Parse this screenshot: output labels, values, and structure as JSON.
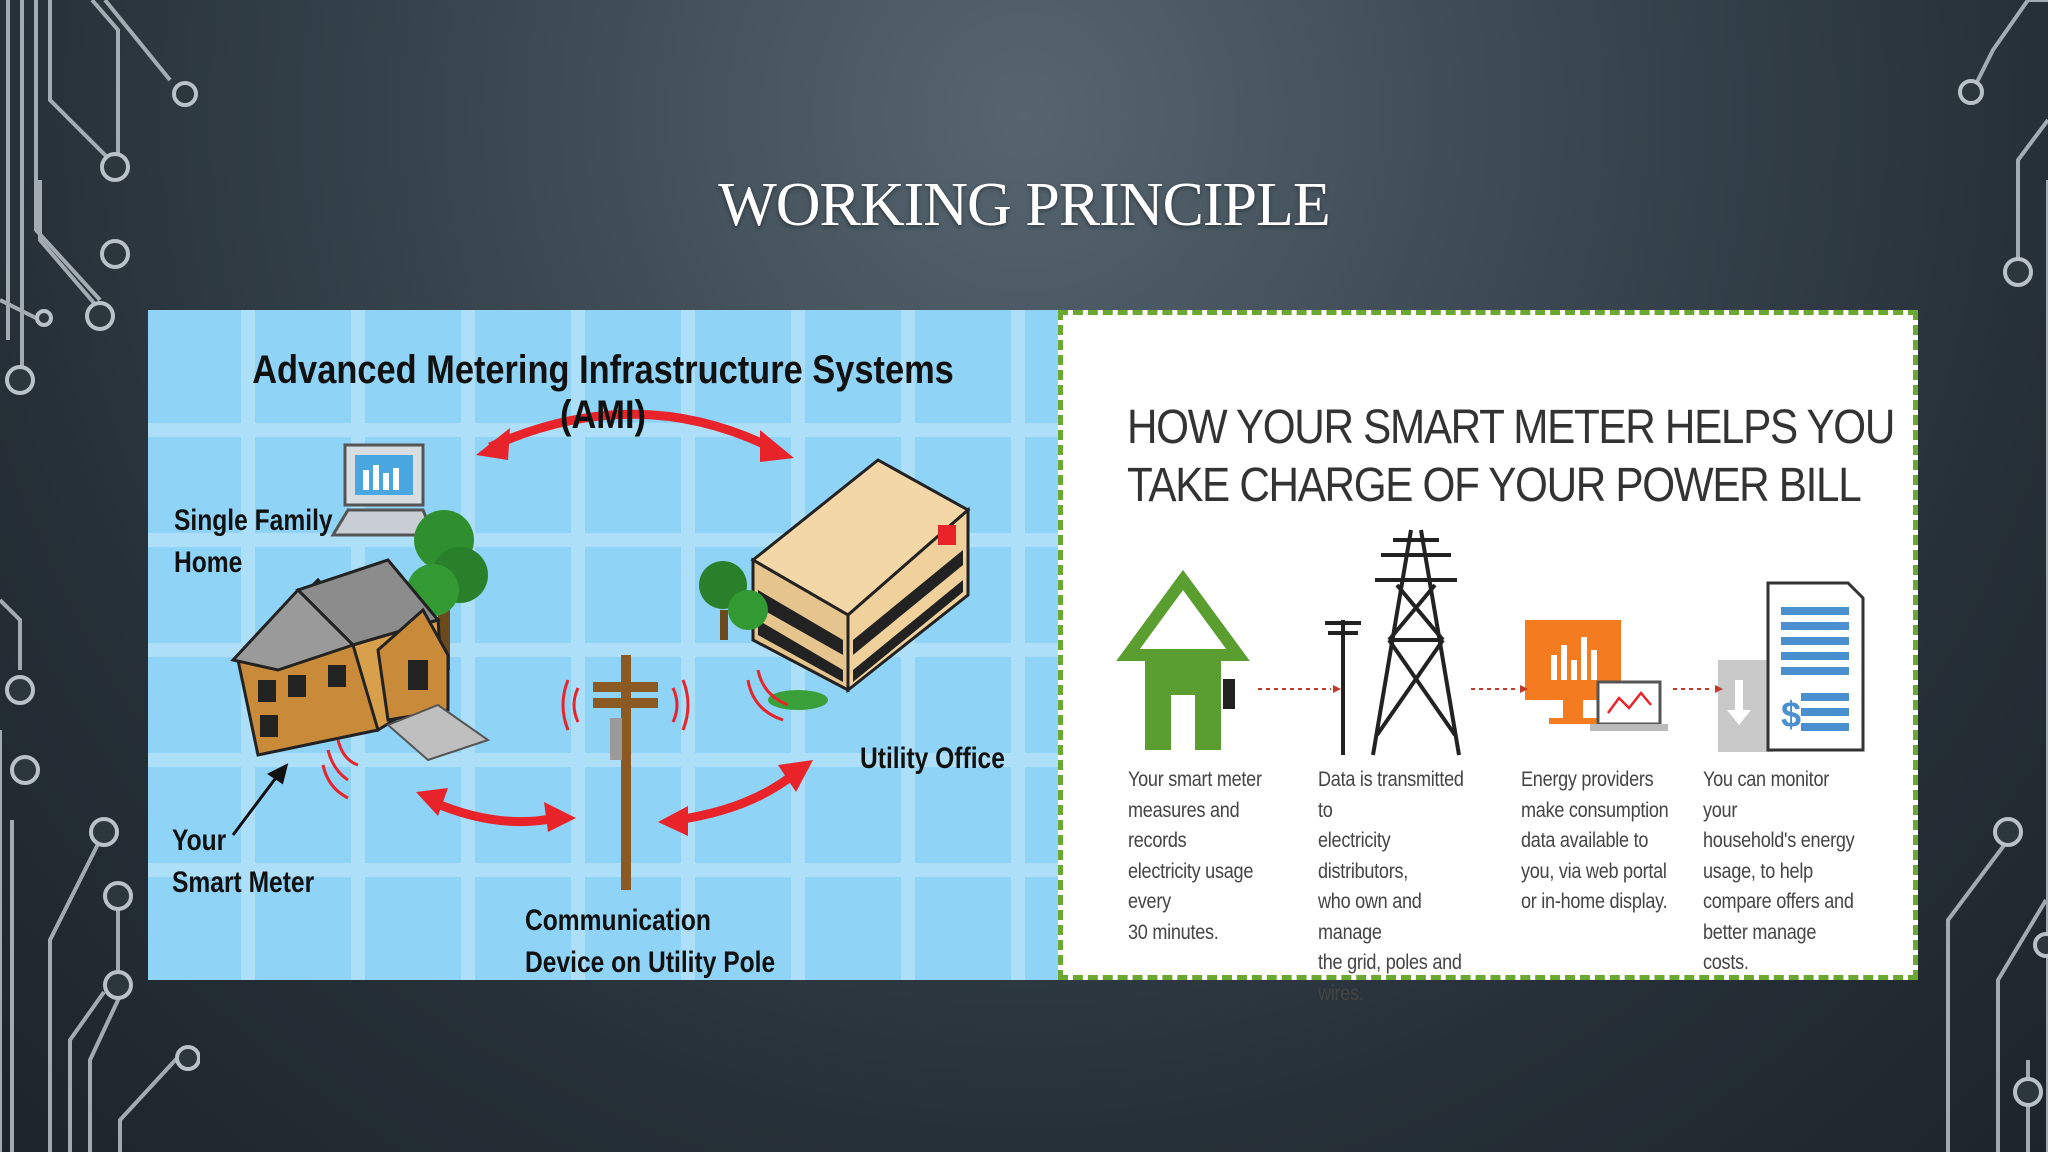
{
  "slide": {
    "title": "WORKING PRINCIPLE"
  },
  "ami": {
    "title": "Advanced Metering Infrastructure Systems (AMI)",
    "label_home": "Single Family\nHome",
    "label_meter": "Your\nSmart Meter",
    "label_office": "Utility Office",
    "label_pole": "Communication\nDevice on Utility Pole"
  },
  "meter": {
    "heading_line1": "HOW YOUR SMART METER HELPS YOU",
    "heading_line2": "TAKE CHARGE OF YOUR POWER BILL",
    "steps": [
      {
        "text": "Your smart meter\nmeasures and records\nelectricity usage every\n30 minutes.",
        "icon": "house-icon"
      },
      {
        "text": "Data is transmitted to\nelectricity distributors,\nwho own and manage\nthe grid, poles and wires.",
        "icon": "power-tower-icon"
      },
      {
        "text": "Energy providers\nmake consumption\ndata available to\nyou, via web portal\nor in-home display.",
        "icon": "monitor-chart-icon"
      },
      {
        "text": "You can monitor your\nhousehold's energy\nusage, to help\ncompare offers and\nbetter manage costs.",
        "icon": "bill-document-icon"
      }
    ]
  },
  "colors": {
    "ami_background": "#8fd3f6",
    "arrow_red": "#e8242a",
    "house_green": "#5a9e2f",
    "provider_orange": "#f47b20",
    "bill_blue": "#4a90d0",
    "border_green": "#6aa832"
  }
}
